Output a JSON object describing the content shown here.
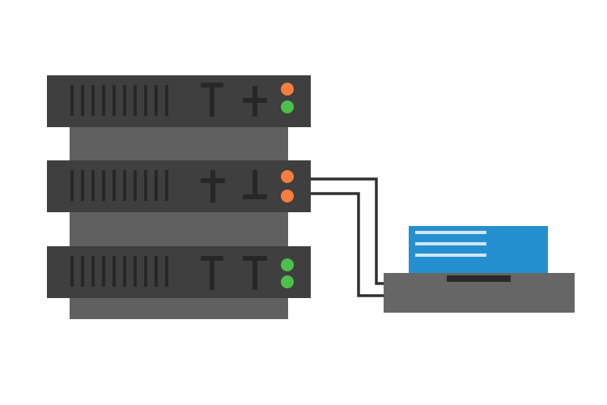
{
  "colors": {
    "background": "#ffffff",
    "rack_unit": "#3e3f3e",
    "rack_gap": "#606060",
    "slot": "#262726",
    "led_orange": "#f57d3d",
    "led_green": "#4cc04a",
    "cable": "#2f3032",
    "laptop_base": "#666666",
    "laptop_trackpad": "#2a2a2a",
    "laptop_screen": "#2590cf",
    "screen_line": "#cfe6f5"
  },
  "server_units": [
    {
      "name": "top",
      "leds": [
        "orange",
        "green"
      ],
      "ports": [
        "t-port",
        "plus-port"
      ]
    },
    {
      "name": "middle",
      "leds": [
        "orange",
        "orange"
      ],
      "ports": [
        "plus-port",
        "inverted-t-port"
      ]
    },
    {
      "name": "bottom",
      "leds": [
        "green",
        "green"
      ],
      "ports": [
        "t-port",
        "t-port"
      ]
    }
  ],
  "icons": [
    "server-rack-icon",
    "cable-icon",
    "laptop-icon"
  ]
}
